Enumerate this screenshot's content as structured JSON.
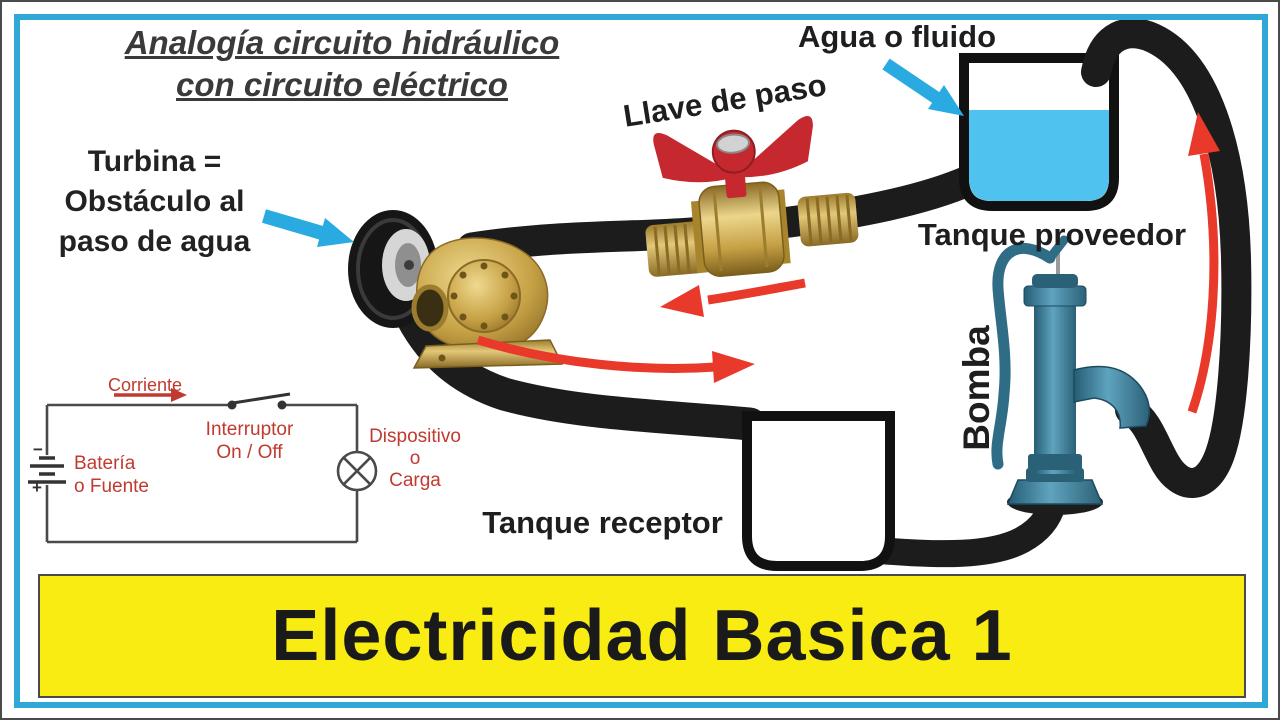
{
  "title": {
    "line1": "Analogía circuito hidráulico",
    "line2": "con circuito eléctrico"
  },
  "labels": {
    "agua": "Agua o fluido",
    "llave": "Llave de paso",
    "tanque_proveedor": "Tanque proveedor",
    "turbina_line1": "Turbina =",
    "turbina_line2": "Obstáculo al",
    "turbina_line3": "paso de agua",
    "bomba": "Bomba",
    "tanque_receptor": "Tanque receptor"
  },
  "circuit": {
    "corriente": "Corriente",
    "interruptor_line1": "Interruptor",
    "interruptor_line2": "On / Off",
    "bateria_line1": "Batería",
    "bateria_line2": "o Fuente",
    "dispositivo_line1": "Dispositivo",
    "dispositivo_line2": "o",
    "dispositivo_line3": "Carga",
    "minus_sign": "−",
    "plus_sign": "+"
  },
  "banner": {
    "text": "Electricidad Basica 1"
  },
  "colors": {
    "red": "#E8392B",
    "circuitRed": "#C13A30",
    "blue": "#29ABE2",
    "borderBlue": "#2FA8D5",
    "water": "#4FC2EF",
    "yellow": "#F8EC13",
    "pipe": "#1C1C1C",
    "teal": "#3F7F9C",
    "brass": "#C6A145",
    "ink": "#2B2B2B",
    "titleInk": "#3A3A3A",
    "wire": "#4A4A4A",
    "handleRed": "#C5282F"
  }
}
